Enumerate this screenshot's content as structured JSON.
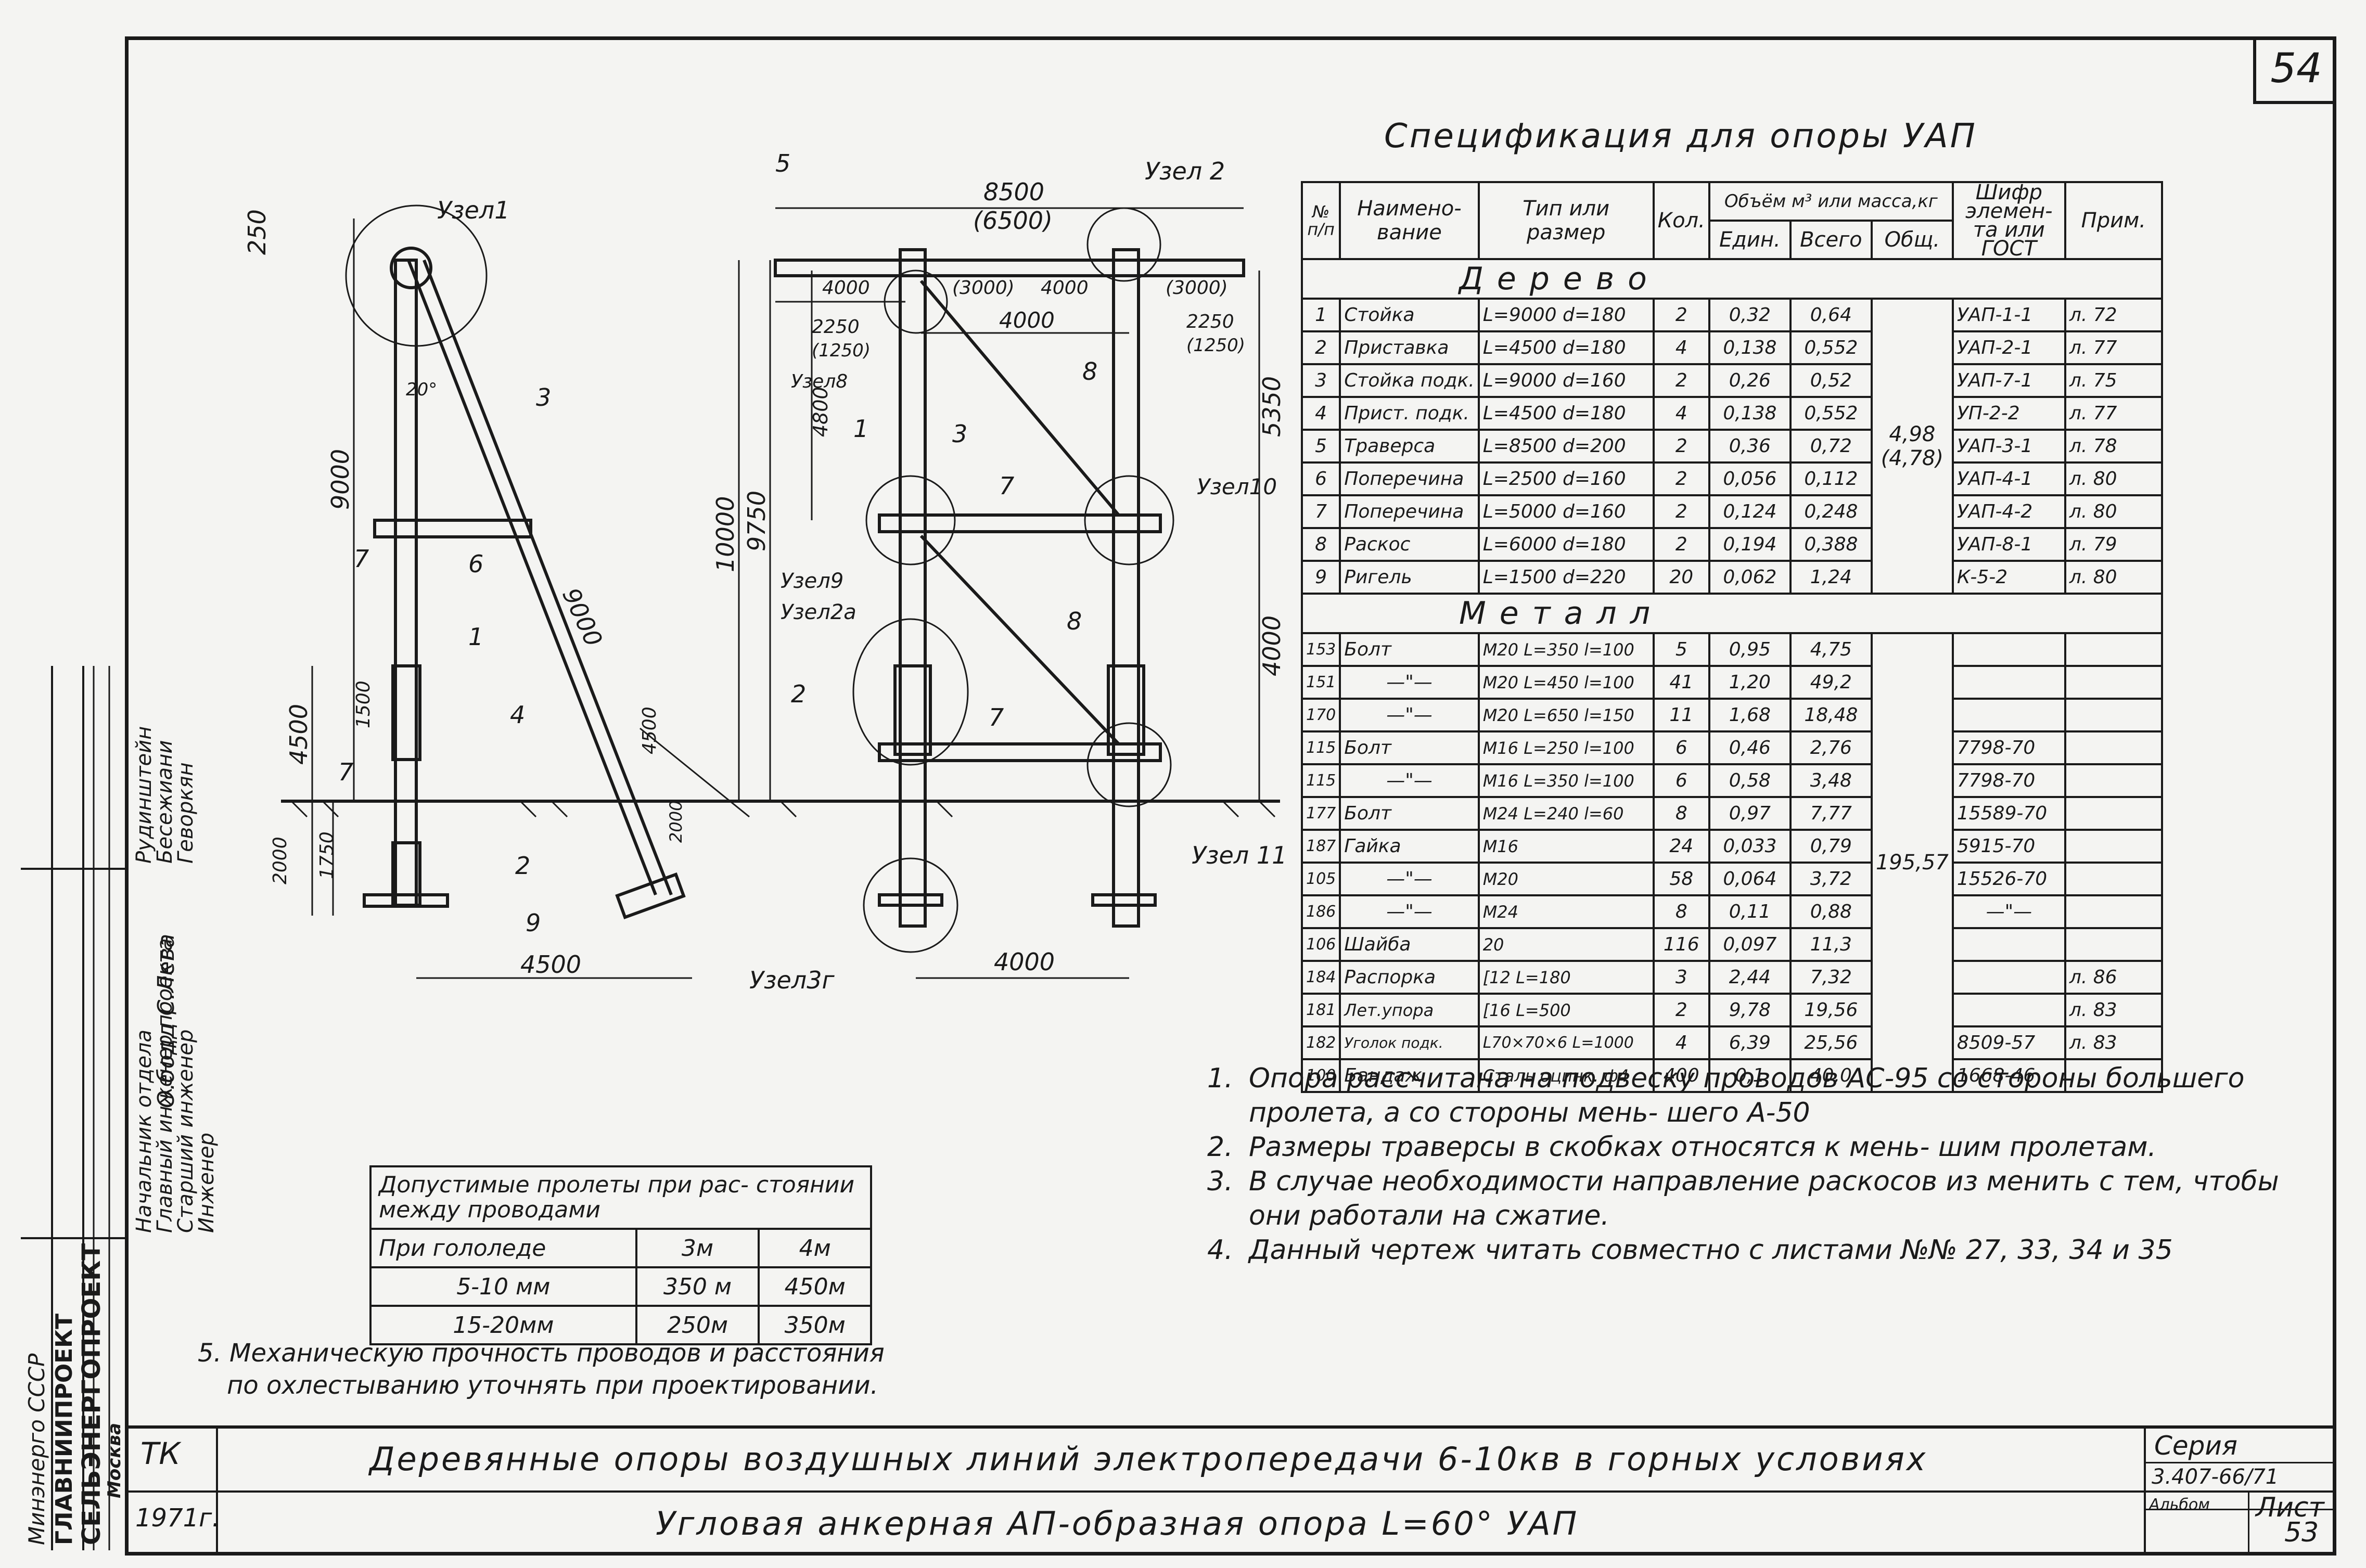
{
  "sheet_number": "54",
  "spec": {
    "title": "Спецификация для опоры УАП",
    "headers": {
      "num": "№ п/п",
      "name": "Наимено- вание",
      "type": "Тип или размер",
      "qty": "Кол.",
      "volume": "Объём м³ или масса,кг",
      "unit": "Един.",
      "total": "Всего",
      "overall": "Общ.",
      "code": "Шифр элемен- та или ГОСТ",
      "note": "Прим."
    },
    "section_wood": "Дерево",
    "section_metal": "Металл",
    "wood_total": "4,98",
    "wood_total_alt": "(4,78)",
    "metal_total": "195,57",
    "wood_rows": [
      {
        "n": "1",
        "name": "Стойка",
        "type": "L=9000  d=180",
        "qty": "2",
        "unit": "0,32",
        "total": "0,64",
        "code": "УАП-1-1",
        "note": "л. 72"
      },
      {
        "n": "2",
        "name": "Приставка",
        "type": "L=4500  d=180",
        "qty": "4",
        "unit": "0,138",
        "total": "0,552",
        "code": "УАП-2-1",
        "note": "л. 77"
      },
      {
        "n": "3",
        "name": "Стойка подк.",
        "type": "L=9000  d=160",
        "qty": "2",
        "unit": "0,26",
        "total": "0,52",
        "code": "УАП-7-1",
        "note": "л. 75"
      },
      {
        "n": "4",
        "name": "Прист. подк.",
        "type": "L=4500  d=180",
        "qty": "4",
        "unit": "0,138",
        "total": "0,552",
        "code": "УП-2-2",
        "note": "л. 77"
      },
      {
        "n": "5",
        "name": "Траверса",
        "type": "L=8500  d=200",
        "qty": "2",
        "unit": "0,36",
        "total": "0,72",
        "code": "УАП-3-1",
        "note": "л. 78"
      },
      {
        "n": "6",
        "name": "Поперечина",
        "type": "L=2500  d=160",
        "qty": "2",
        "unit": "0,056",
        "total": "0,112",
        "code": "УАП-4-1",
        "note": "л. 80"
      },
      {
        "n": "7",
        "name": "Поперечина",
        "type": "L=5000  d=160",
        "qty": "2",
        "unit": "0,124",
        "total": "0,248",
        "code": "УАП-4-2",
        "note": "л. 80"
      },
      {
        "n": "8",
        "name": "Раскос",
        "type": "L=6000  d=180",
        "qty": "2",
        "unit": "0,194",
        "total": "0,388",
        "code": "УАП-8-1",
        "note": "л. 79"
      },
      {
        "n": "9",
        "name": "Ригель",
        "type": "L=1500  d=220",
        "qty": "20",
        "unit": "0,062",
        "total": "1,24",
        "code": "К-5-2",
        "note": "л. 80"
      }
    ],
    "metal_rows": [
      {
        "n": "153",
        "name": "Болт",
        "type": "М20 L=350 l=100",
        "qty": "5",
        "unit": "0,95",
        "total": "4,75",
        "code": "",
        "note": ""
      },
      {
        "n": "151",
        "name": "—\"—",
        "type": "М20 L=450 l=100",
        "qty": "41",
        "unit": "1,20",
        "total": "49,2",
        "code": "",
        "note": ""
      },
      {
        "n": "170",
        "name": "—\"—",
        "type": "М20 L=650 l=150",
        "qty": "11",
        "unit": "1,68",
        "total": "18,48",
        "code": "",
        "note": ""
      },
      {
        "n": "115",
        "name": "Болт",
        "type": "М16 L=250 l=100",
        "qty": "6",
        "unit": "0,46",
        "total": "2,76",
        "code": "7798-70",
        "note": ""
      },
      {
        "n": "115",
        "name": "—\"—",
        "type": "М16 L=350 l=100",
        "qty": "6",
        "unit": "0,58",
        "total": "3,48",
        "code": "7798-70",
        "note": ""
      },
      {
        "n": "177",
        "name": "Болт",
        "type": "М24 L=240 l=60",
        "qty": "8",
        "unit": "0,97",
        "total": "7,77",
        "code": "15589-70",
        "note": ""
      },
      {
        "n": "187",
        "name": "Гайка",
        "type": "М16",
        "qty": "24",
        "unit": "0,033",
        "total": "0,79",
        "code": "5915-70",
        "note": ""
      },
      {
        "n": "105",
        "name": "—\"—",
        "type": "М20",
        "qty": "58",
        "unit": "0,064",
        "total": "3,72",
        "code": "15526-70",
        "note": ""
      },
      {
        "n": "186",
        "name": "—\"—",
        "type": "М24",
        "qty": "8",
        "unit": "0,11",
        "total": "0,88",
        "code": "—\"—",
        "note": ""
      },
      {
        "n": "106",
        "name": "Шайба",
        "type": "20",
        "qty": "116",
        "unit": "0,097",
        "total": "11,3",
        "code": "",
        "note": ""
      },
      {
        "n": "184",
        "name": "Распорка",
        "type": "[12     L=180",
        "qty": "3",
        "unit": "2,44",
        "total": "7,32",
        "code": "",
        "note": "л. 86"
      },
      {
        "n": "181",
        "name": "Лет.упора",
        "type": "[16     L=500",
        "qty": "2",
        "unit": "9,78",
        "total": "19,56",
        "code": "",
        "note": "л. 83"
      },
      {
        "n": "182",
        "name": "Уголок подк.",
        "type": "L70×70×6 L=1000",
        "qty": "4",
        "unit": "6,39",
        "total": "25,56",
        "code": "8509-57",
        "note": "л. 83"
      },
      {
        "n": "100",
        "name": "Бандаж",
        "type": "Сталь оцинк. ф4",
        "qty": "400",
        "unit": "0,1",
        "total": "40,0",
        "code": "1668-46",
        "note": ""
      }
    ]
  },
  "notes": [
    {
      "num": "1.",
      "text": "Опора рассчитана на подвеску проводов АС-95 со стороны большего пролета, а со стороны мень- шего А-50"
    },
    {
      "num": "2.",
      "text": "Размеры траверсы в скобках относятся к мень- шим пролетам."
    },
    {
      "num": "3.",
      "text": "В случае необходимости направление раскосов из менить с тем, чтобы они работали на сжатие."
    },
    {
      "num": "4.",
      "text": "Данный чертеж читать совместно с листами №№ 27, 33, 34 и 35"
    }
  ],
  "spans_table": {
    "header": "Допустимые пролеты при рас- стоянии между проводами",
    "col1": "При гололеде",
    "col2": "3м",
    "col3": "4м",
    "rows": [
      {
        "c1": "5-10 мм",
        "c2": "350 м",
        "c3": "450м"
      },
      {
        "c1": "15-20мм",
        "c2": "250м",
        "c3": "350м"
      }
    ]
  },
  "note5": {
    "line1": "5. Механическую прочность проводов и расстояния",
    "line2": "по охлестыванию уточнять при проектировании."
  },
  "title_block": {
    "code": "ТК",
    "year": "1971г.",
    "title1": "Деревянные опоры воздушных линий электропередачи 6-10кв в горных условиях",
    "title2": "Угловая анкерная АП-образная опора L=60° УАП",
    "series_label": "Серия",
    "series": "3.407-66/71",
    "album_label": "Альбом",
    "sheet_label": "Лист",
    "sheet": "53"
  },
  "stamp": {
    "org1": "Минэнерго СССР",
    "org2": "ГЛАВНИИПРОЕКТ",
    "org3": "СЕЛЬЭНЕРГОПРОЕКТ",
    "city": "Москва",
    "roles": [
      "Начальник отдела",
      "Главный инженер проекта",
      "Старший инженер",
      "Инженер"
    ],
    "names": [
      "Рудинштейн",
      "Бесежиани",
      "Геворкян"
    ],
    "signatures_note": "О.бодд  С.Лева"
  },
  "drawing_labels": {
    "left": {
      "node1": "Узел1",
      "dims": [
        "250",
        "9000",
        "9000",
        "4500",
        "1500",
        "2000",
        "1750",
        "4500",
        "4500",
        "2000",
        "20°"
      ],
      "callouts": [
        "1",
        "2",
        "3",
        "4",
        "6",
        "7",
        "7",
        "9"
      ]
    },
    "right": {
      "node2": "Узел 2",
      "node8": "Узел8",
      "node9": "Узел9",
      "node2a": "Узел2а",
      "node10": "Узел10",
      "node11": "Узел 11",
      "node3g": "Узел3г",
      "dims": [
        "8500",
        "(6500)",
        "4000",
        "(3000)",
        "4000",
        "(3000)",
        "2250",
        "(1250)",
        "4000",
        "2250",
        "(1250)",
        "4800",
        "10000",
        "9750",
        "5350",
        "4000",
        "4000"
      ],
      "callouts": [
        "5",
        "1",
        "3",
        "7",
        "8",
        "8",
        "2",
        "7"
      ]
    }
  }
}
